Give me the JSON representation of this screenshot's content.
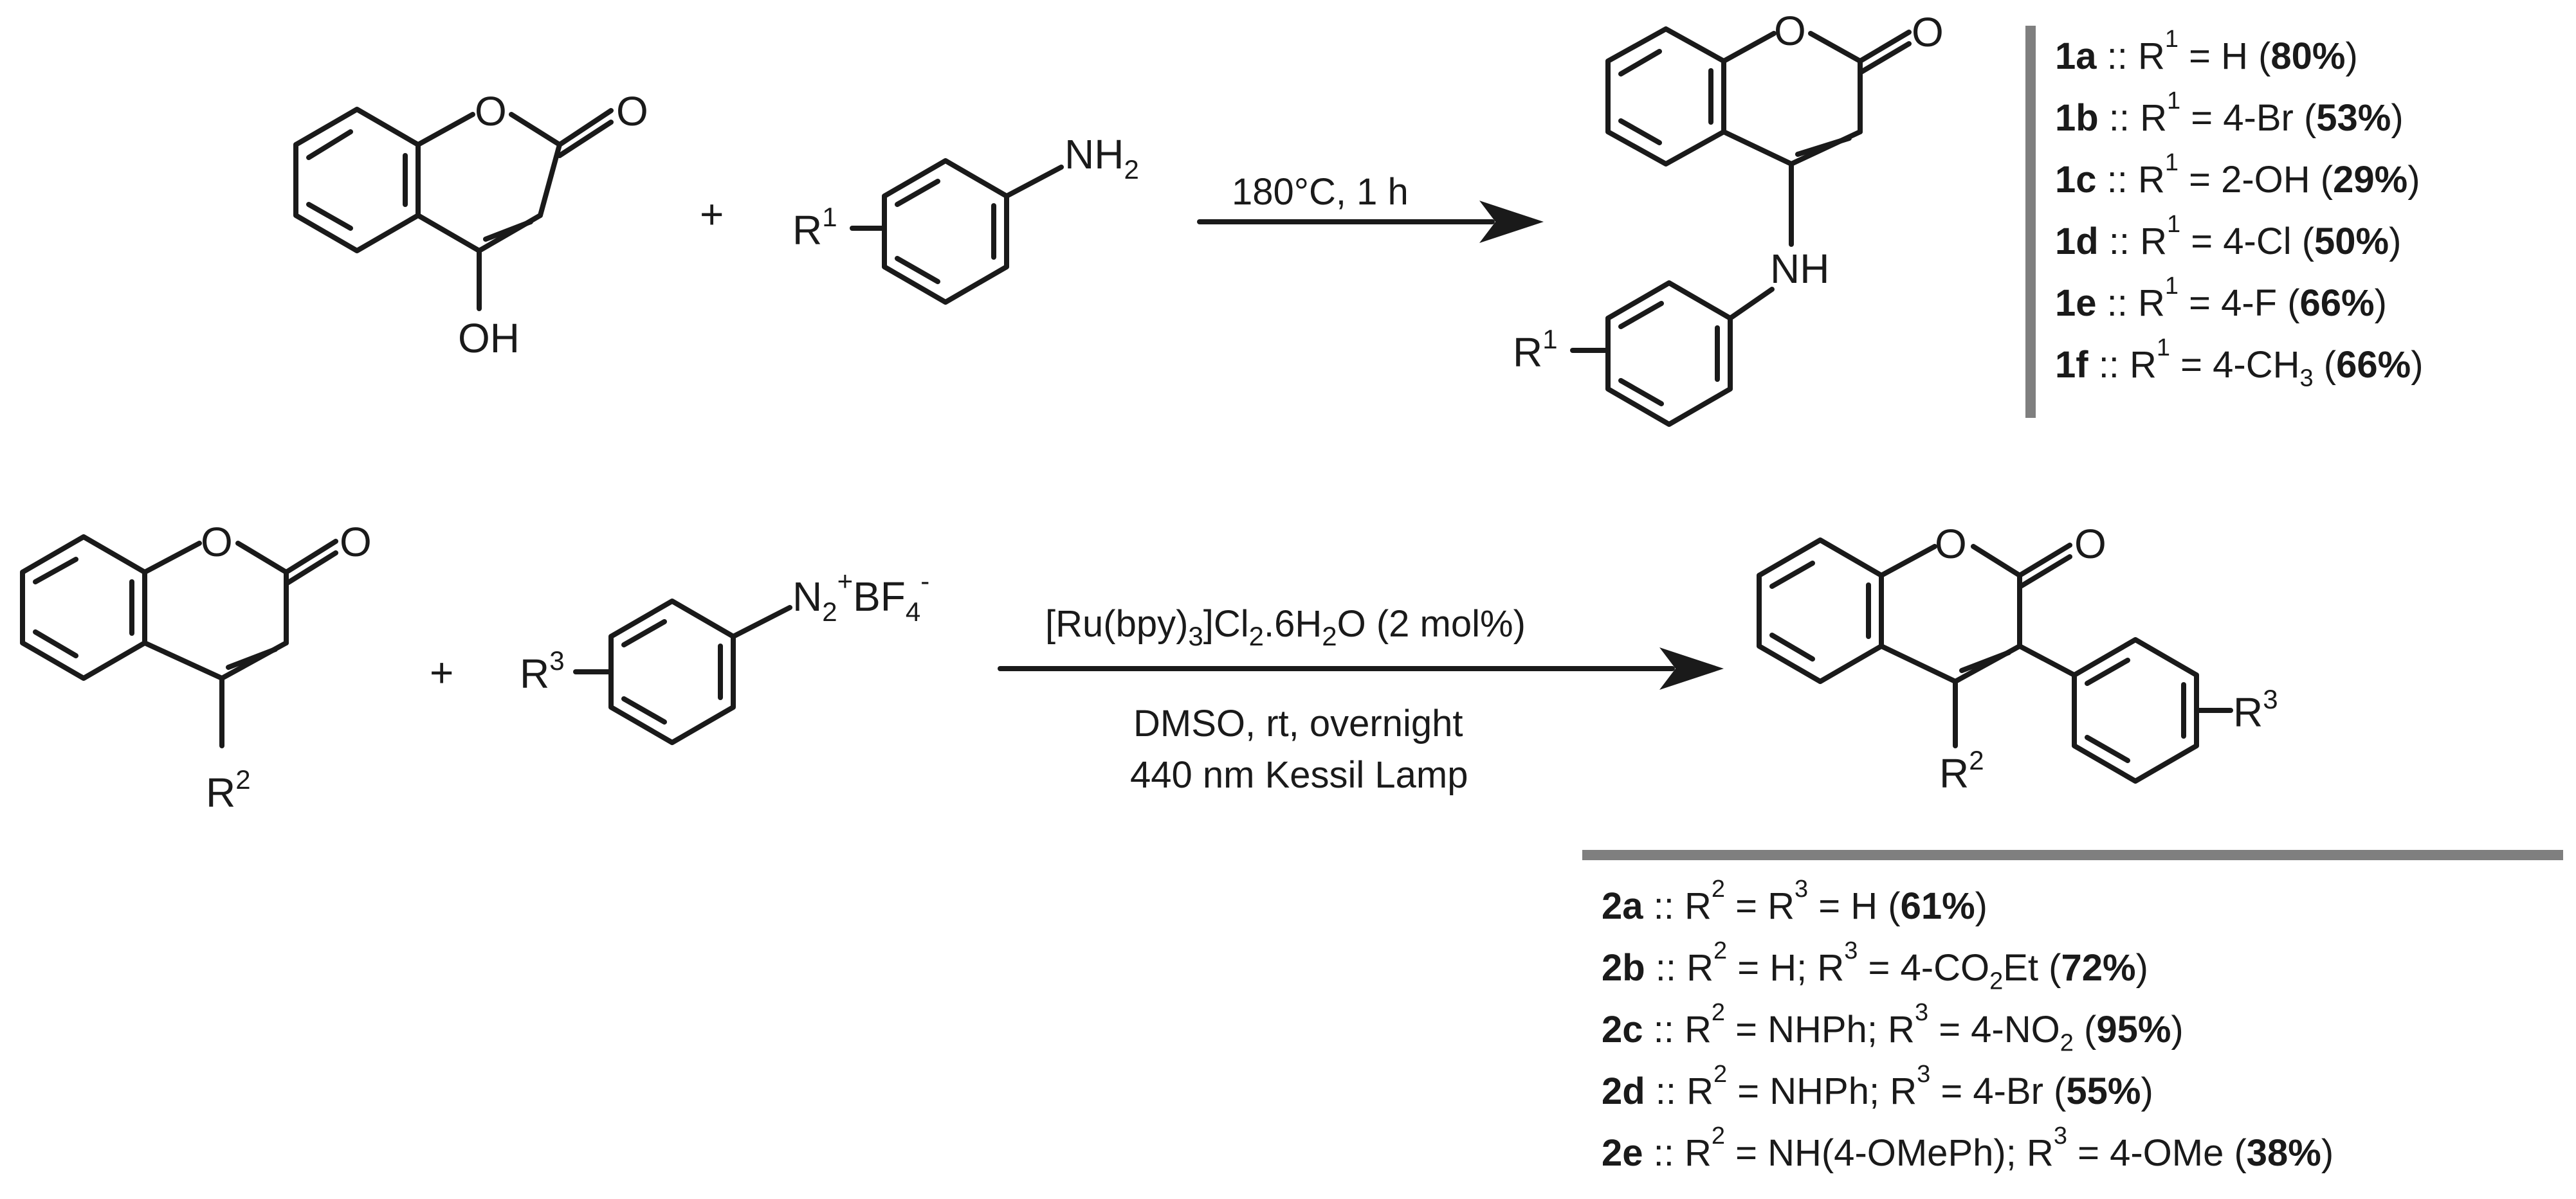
{
  "reaction1": {
    "reactant_oh_label": "OH",
    "reactant_ring_o_label": "O",
    "reactant_carbonyl_o_label": "O",
    "plus_sign": "+",
    "amine_nh2_label": "NH",
    "amine_nh2_sub": "2",
    "amine_r_label": "R",
    "amine_r_sup": "1",
    "conditions": "180°C, 1 h",
    "product_ring_o_label": "O",
    "product_carbonyl_o_label": "O",
    "product_nh_label": "NH",
    "product_r_label": "R",
    "product_r_sup": "1",
    "results": [
      {
        "id": "1a",
        "sep": " :: R",
        "sup": "1",
        "sub_text": " = H (",
        "yield": "80%",
        "close": ")"
      },
      {
        "id": "1b",
        "sep": " :: R",
        "sup": "1",
        "sub_text": " = 4-Br (",
        "yield": "53%",
        "close": ")"
      },
      {
        "id": "1c",
        "sep": " :: R",
        "sup": "1",
        "sub_text": " = 2-OH (",
        "yield": "29%",
        "close": ")"
      },
      {
        "id": "1d",
        "sep": " :: R",
        "sup": "1",
        "sub_text": " = 4-Cl (",
        "yield": "50%",
        "close": ")"
      },
      {
        "id": "1e",
        "sep": " :: R",
        "sup": "1",
        "sub_text": " = 4-F (",
        "yield": "66%",
        "close": ")"
      },
      {
        "id": "1f",
        "sep": " :: R",
        "sup": "1",
        "sub_text": " = 4-CH",
        "sub_digit": "3",
        "sub_text2": " (",
        "yield": "66%",
        "close": ")"
      }
    ]
  },
  "reaction2": {
    "reactant_ring_o_label": "O",
    "reactant_carbonyl_o_label": "O",
    "reactant_r_label": "R",
    "reactant_r_sup": "2",
    "plus_sign": "+",
    "diazonium_n_label": "N",
    "diazonium_n_sub": "2",
    "diazonium_charge": "+",
    "diazonium_bf_label": "BF",
    "diazonium_bf_sub": "4",
    "diazonium_bf_charge": "-",
    "diazonium_r_label": "R",
    "diazonium_r_sup": "3",
    "catalyst_a": "[Ru(bpy)",
    "catalyst_sub1": "3",
    "catalyst_b": "]Cl",
    "catalyst_sub2": "2",
    "catalyst_c": ".6H",
    "catalyst_sub3": "2",
    "catalyst_d": "O (2 mol%)",
    "conditions_line1": "DMSO, rt, overnight",
    "conditions_line2": "440 nm Kessil Lamp",
    "product_ring_o_label": "O",
    "product_carbonyl_o_label": "O",
    "product_r2_label": "R",
    "product_r2_sup": "2",
    "product_r3_label": "R",
    "product_r3_sup": "3",
    "results": [
      {
        "id": "2a",
        "p1": " :: R",
        "s1": "2",
        "p2": " =  R",
        "s2": "3",
        "p3": " = H (",
        "yield": "61%",
        "close": ")"
      },
      {
        "id": "2b",
        "p1": " :: R",
        "s1": "2",
        "p2": " = H; R",
        "s2": "3",
        "p3": " = 4-CO",
        "sub": "2",
        "p4": "Et (",
        "yield": "72%",
        "close": ")"
      },
      {
        "id": "2c",
        "p1": " :: R",
        "s1": "2",
        "p2": " = NHPh; R",
        "s2": "3",
        "p3": " = 4-NO",
        "sub": "2",
        "p4": " (",
        "yield": "95%",
        "close": ")"
      },
      {
        "id": "2d",
        "p1": " :: R",
        "s1": "2",
        "p2": " = NHPh; R",
        "s2": "3",
        "p3": " = 4-Br (",
        "yield": "55%",
        "close": ")"
      },
      {
        "id": "2e",
        "p1": " :: R",
        "s1": "2",
        "p2": " = NH(4-OMePh); R",
        "s2": "3",
        "p3": " = 4-OMe (",
        "yield": "38%",
        "close": ")"
      }
    ]
  }
}
